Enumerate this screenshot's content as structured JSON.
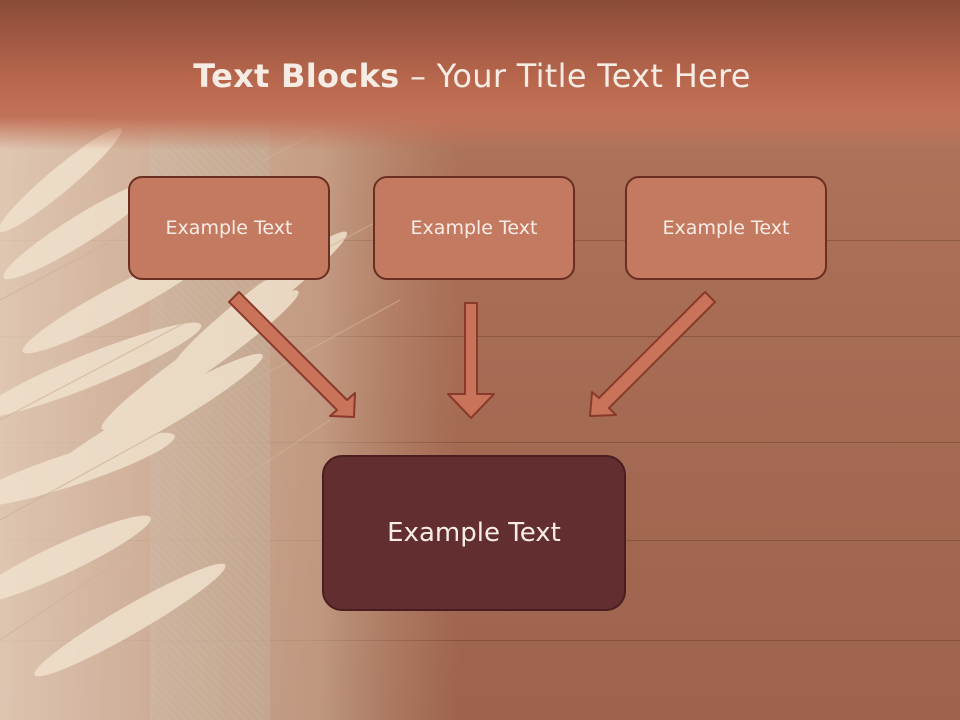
{
  "title": {
    "bold": "Text Blocks",
    "separator": " – ",
    "rest": "Your Title Text Here"
  },
  "blocks": {
    "left": "Example Text",
    "middle": "Example Text",
    "right": "Example Text",
    "result": "Example Text"
  },
  "colors": {
    "header": "#b9684e",
    "block_fill": "#c47a60",
    "block_border": "#6b2e22",
    "result_fill": "#632e30",
    "arrow_fill": "#c9735a",
    "arrow_stroke": "#8a3a2a"
  }
}
